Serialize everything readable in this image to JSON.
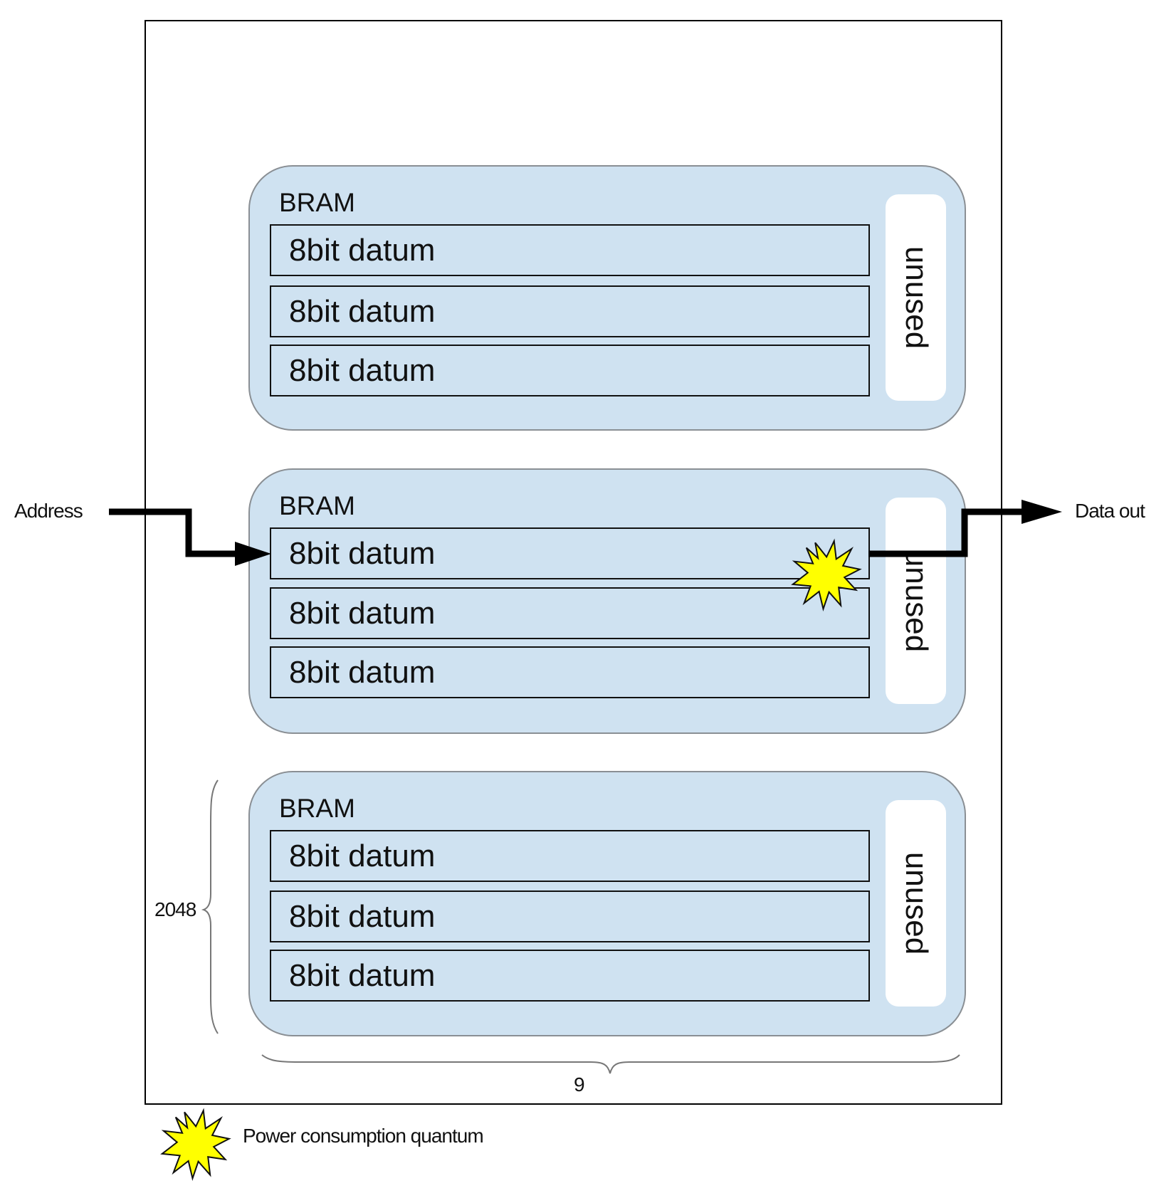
{
  "labels": {
    "address": "Address",
    "data_out": "Data out",
    "height_count": "2048",
    "width_count": "9",
    "legend": "Power consumption quantum"
  },
  "brams": [
    {
      "title": "BRAM",
      "datums": [
        "8bit datum",
        "8bit datum",
        "8bit datum"
      ],
      "unused": "unused"
    },
    {
      "title": "BRAM",
      "datums": [
        "8bit datum",
        "8bit datum",
        "8bit datum"
      ],
      "unused": "unused"
    },
    {
      "title": "BRAM",
      "datums": [
        "8bit datum",
        "8bit datum",
        "8bit datum"
      ],
      "unused": "unused"
    }
  ],
  "colors": {
    "bram_fill": "#cfe2f1",
    "starburst": "#ffff00",
    "arrow": "#000000"
  },
  "icons": {
    "legend_symbol": "starburst-icon",
    "power_marker": "starburst-icon"
  }
}
